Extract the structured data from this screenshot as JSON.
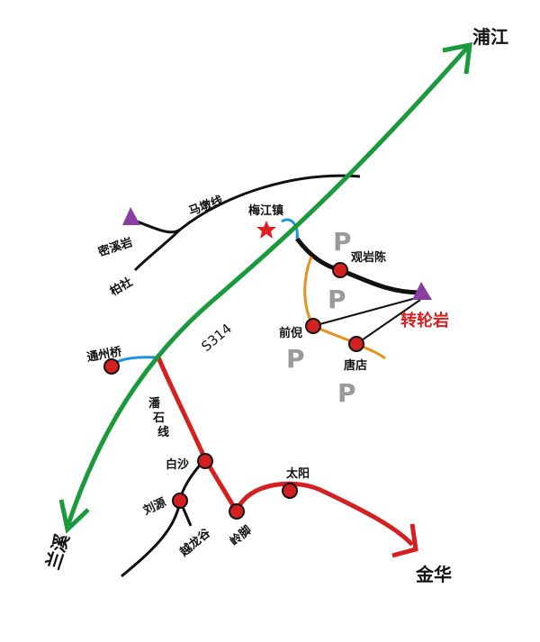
{
  "colors": {
    "highway": "#1a9a3c",
    "red_route": "#d42020",
    "orange_route": "#e8901c",
    "blue_route": "#1e90e0",
    "black_route": "#111111",
    "stop_fill": "#d42020",
    "peak": "#8a3fa0",
    "star": "#e02020",
    "parking": "#9a9a9a"
  },
  "destinations": {
    "pujiang": "浦江",
    "lanxi": "兰溪",
    "jinhua": "金华"
  },
  "roads": {
    "s314": "S314",
    "madun": "马墩线",
    "panshi": [
      "潘",
      "石",
      "线"
    ]
  },
  "places": {
    "meijiang": "梅江镇",
    "mixi_peak": "密溪岩",
    "baishe": "柏社",
    "guanyanchen": "观岩陈",
    "zhuanlunyan": "转轮岩",
    "qianni": "前倪",
    "tangdian": "唐店",
    "tongzhouqiao": "通州桥",
    "baisha": "白沙",
    "liuyuan": "刘源",
    "yuelonggu": "越龙谷",
    "lingjiao": "岭脚",
    "taiyang": "太阳"
  },
  "icons": {
    "star": "star-icon",
    "peak": "peak-triangle-icon",
    "stop": "stop-circle-icon",
    "parking": "parking-icon"
  },
  "parking_label": "P"
}
